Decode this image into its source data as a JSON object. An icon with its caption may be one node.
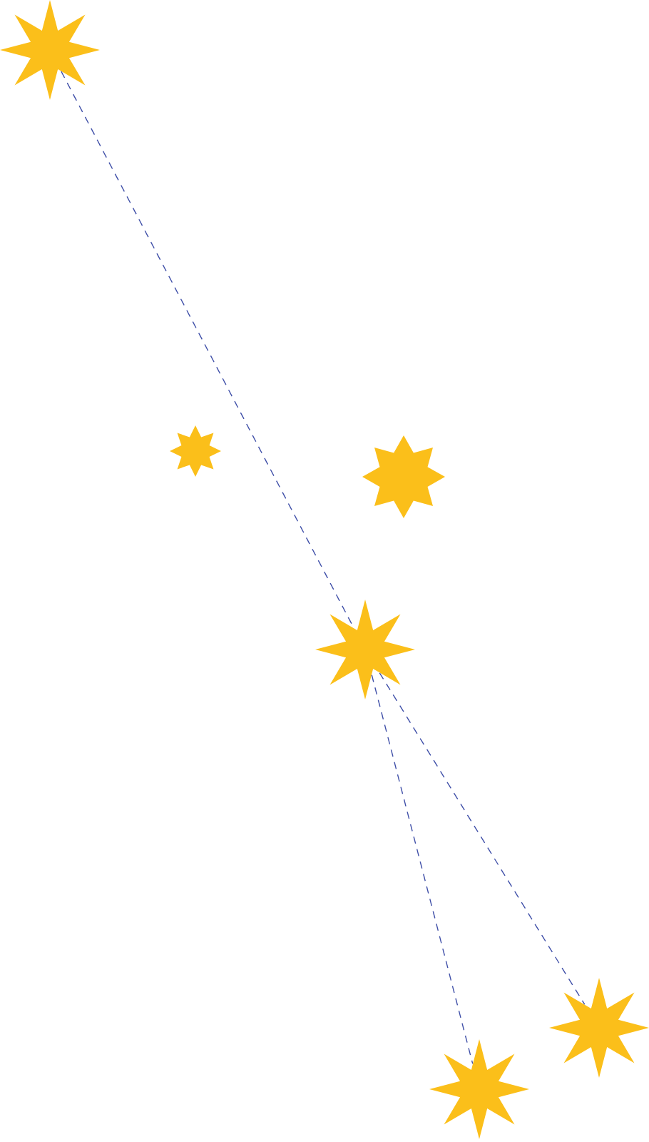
{
  "diagram": {
    "nodes": [
      {
        "text": [],
        "shape": "star"
      },
      {
        "text": [],
        "shape": "star"
      },
      {
        "text": [],
        "shape": "star"
      },
      {
        "text": [],
        "shape": "star"
      },
      {
        "text": [],
        "shape": "star"
      },
      {
        "text": [],
        "shape": "star"
      }
    ],
    "edges": [
      {
        "from": 0,
        "to": 3,
        "arrow": "none",
        "style": "dashed"
      },
      {
        "from": 3,
        "to": 4,
        "arrow": "none",
        "style": "dashed"
      },
      {
        "from": 3,
        "to": 5,
        "arrow": "none",
        "style": "dashed"
      }
    ]
  }
}
